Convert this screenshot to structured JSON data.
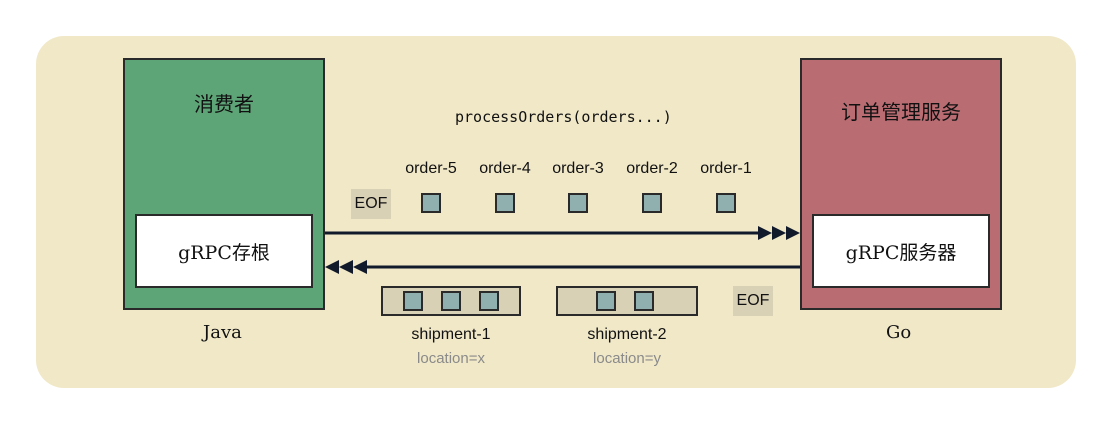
{
  "consumer": {
    "title": "消费者",
    "stub_label": "gRPC存根",
    "language": "Java",
    "color": "#5da577"
  },
  "service": {
    "title": "订单管理服务",
    "server_label": "gRPC服务器",
    "language": "Go",
    "color": "#b96d73"
  },
  "method": "processOrders(orders...)",
  "request_stream": {
    "orders": [
      "order-5",
      "order-4",
      "order-3",
      "order-2",
      "order-1"
    ],
    "eof_label": "EOF"
  },
  "response_stream": {
    "shipments": [
      {
        "name": "shipment-1",
        "location": "location=x",
        "order_count": 3
      },
      {
        "name": "shipment-2",
        "location": "location=y",
        "order_count": 2
      }
    ],
    "eof_label": "EOF"
  },
  "colors": {
    "background": "#f1e8c8",
    "message": "#8fb0ae",
    "shipment": "#d9d1b6"
  }
}
